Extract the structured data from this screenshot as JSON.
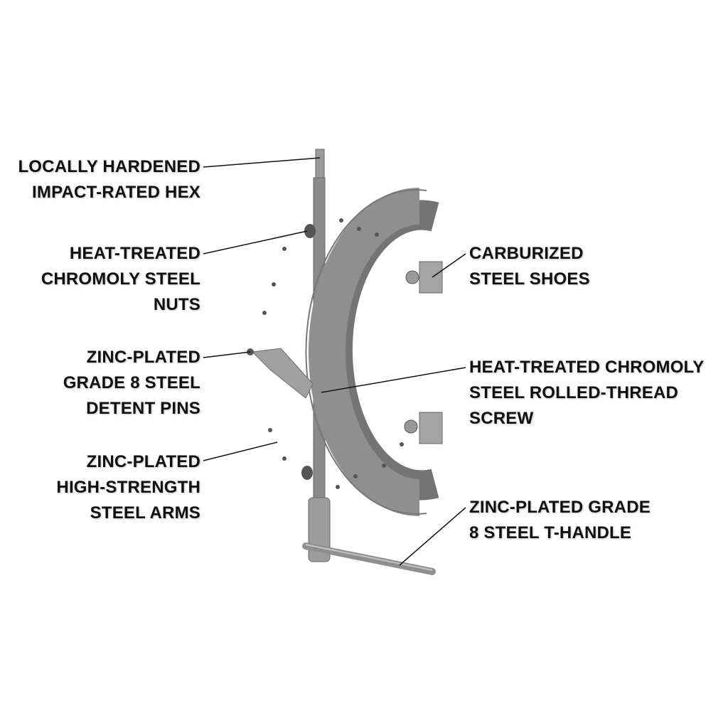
{
  "callouts": {
    "hex": {
      "lines": [
        "LOCALLY HARDENED",
        "IMPACT-RATED HEX"
      ]
    },
    "nuts": {
      "lines": [
        "HEAT-TREATED",
        "CHROMOLY STEEL",
        "NUTS"
      ]
    },
    "pins": {
      "lines": [
        "ZINC-PLATED",
        "GRADE 8 STEEL",
        "DETENT PINS"
      ]
    },
    "arms": {
      "lines": [
        "ZINC-PLATED",
        "HIGH-STRENGTH",
        "STEEL ARMS"
      ]
    },
    "shoes": {
      "lines": [
        "CARBURIZED",
        "STEEL SHOES"
      ]
    },
    "screw": {
      "lines": [
        "HEAT-TREATED CHROMOLY",
        "STEEL ROLLED-THREAD",
        "SCREW"
      ]
    },
    "handle": {
      "lines": [
        "ZINC-PLATED GRADE",
        "8 STEEL T-HANDLE"
      ]
    }
  },
  "colors": {
    "steel": "#8c8c8c",
    "steel_dark": "#6e6e6e",
    "steel_light": "#a8a8a8",
    "text": "#111111"
  }
}
